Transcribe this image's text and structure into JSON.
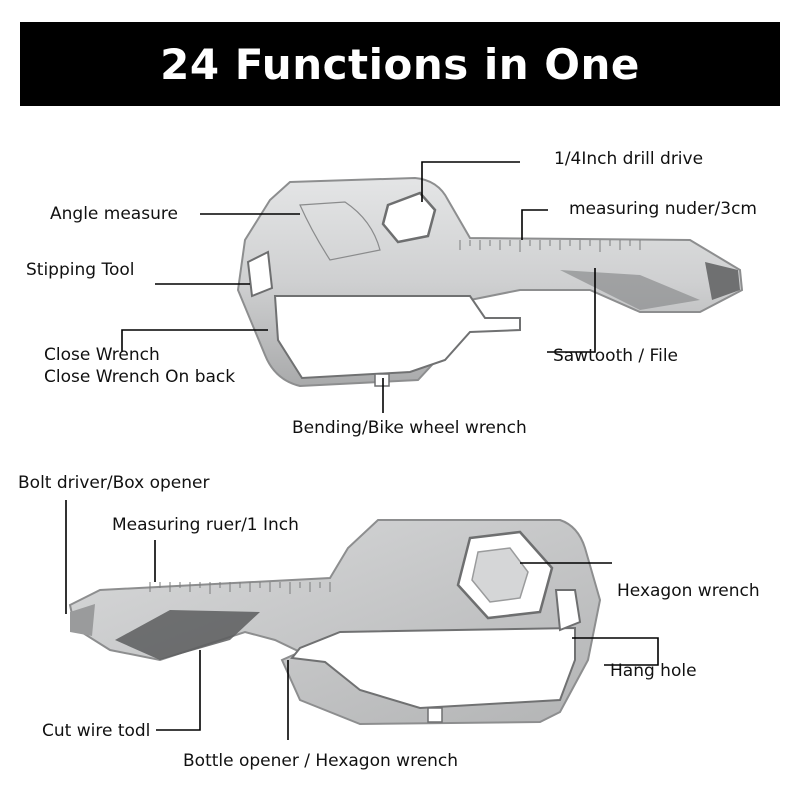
{
  "title": "24 Functions in One",
  "colors": {
    "banner_bg": "#000000",
    "banner_text": "#ffffff",
    "label_text": "#111111",
    "metal": "#c9cacb"
  },
  "top_tool": {
    "labels": {
      "drill_drive": "1/4Inch drill drive",
      "angle_measure": "Angle measure",
      "measuring_ruler": "measuring nuder/3cm",
      "stripping_tool": "Stipping Tool",
      "close_wrench": "Close Wrench",
      "close_wrench_back": "Close Wrench On back",
      "sawtooth_file": "Sawtooth / File",
      "bending_wrench": "Bending/Bike wheel wrench"
    }
  },
  "bottom_tool": {
    "labels": {
      "bolt_driver": "Bolt driver/Box opener",
      "measuring_ruler": "Measuring ruer/1 Inch",
      "hexagon_wrench": "Hexagon wrench",
      "hang_hole": "Hang hole",
      "cut_wire": "Cut wire todl",
      "bottle_opener": "Bottle opener / Hexagon wrench"
    }
  }
}
